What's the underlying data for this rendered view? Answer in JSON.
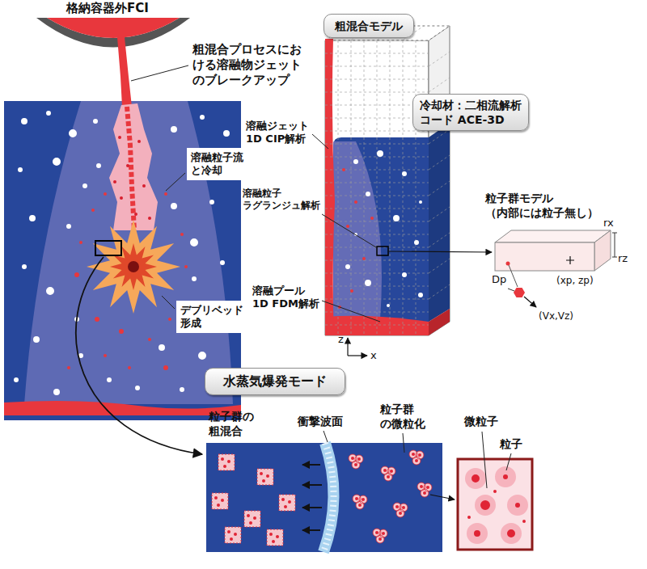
{
  "diagram": {
    "nodes": [
      {
        "text": [
          "溶融粒子流 と冷却"
        ]
      },
      {
        "text": [
          "デブリベッド 形成"
        ]
      },
      {
        "text": [
          "粗混合モデル"
        ]
      },
      {
        "text": [
          "冷却材：二相流解析 コード ACE-3D"
        ]
      },
      {
        "text": [
          "水蒸気爆発モード"
        ]
      }
    ],
    "labels": [
      "格納容器外FCI",
      "粗混合プロセスにお ける溶融物ジェット のブレークアップ",
      "溶融ジェット 1D CIP解析",
      "溶融粒子 ラグランジュ解析",
      "溶融プール 1D FDM解析",
      "粒子群モデル （内部には粒子無し）",
      "rx",
      "rz",
      "(xp, zp)",
      "Dp",
      "(Vx,Vz)",
      "z",
      "x",
      "粒子群の 粗混合",
      "衝撃波面",
      "粒子群 の微粒化",
      "微粒子",
      "粒子"
    ]
  }
}
